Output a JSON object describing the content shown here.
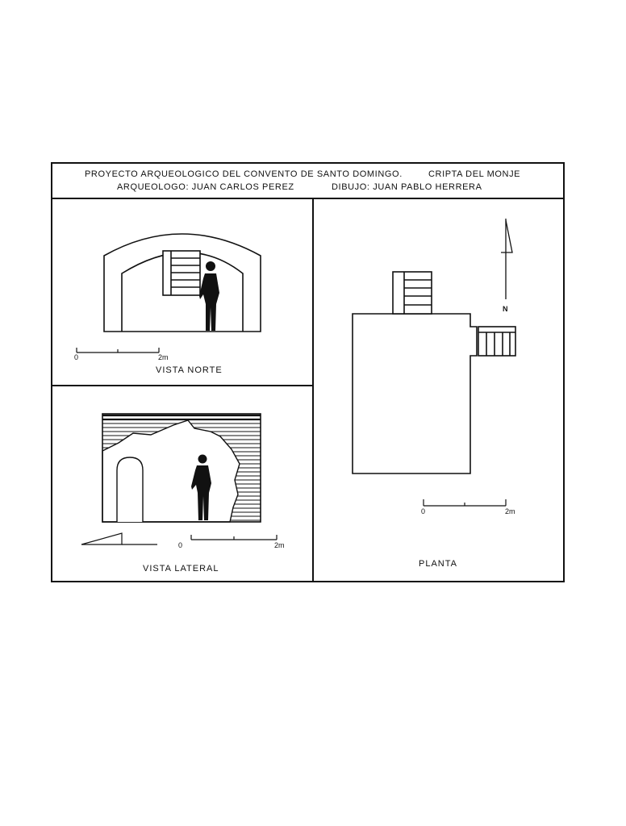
{
  "header": {
    "project": "PROYECTO ARQUEOLOGICO DEL CONVENTO DE SANTO DOMINGO.",
    "site": "CRIPTA DEL MONJE",
    "archaeologist": "ARQUEOLOGO: JUAN CARLOS PEREZ",
    "drawing": "DIBUJO: JUAN PABLO HERRERA"
  },
  "panels": {
    "north": {
      "caption": "VISTA NORTE",
      "scale_start": "0",
      "scale_end": "2m"
    },
    "lateral": {
      "caption": "VISTA LATERAL",
      "scale_start": "0",
      "scale_end": "2m"
    },
    "plan": {
      "caption": "PLANTA",
      "scale_start": "0",
      "scale_end": "2m",
      "north_label": "N"
    }
  },
  "icons": [
    "human-figure-icon",
    "north-arrow-icon",
    "viewing-direction-arrow-icon",
    "scale-bar-icon"
  ]
}
